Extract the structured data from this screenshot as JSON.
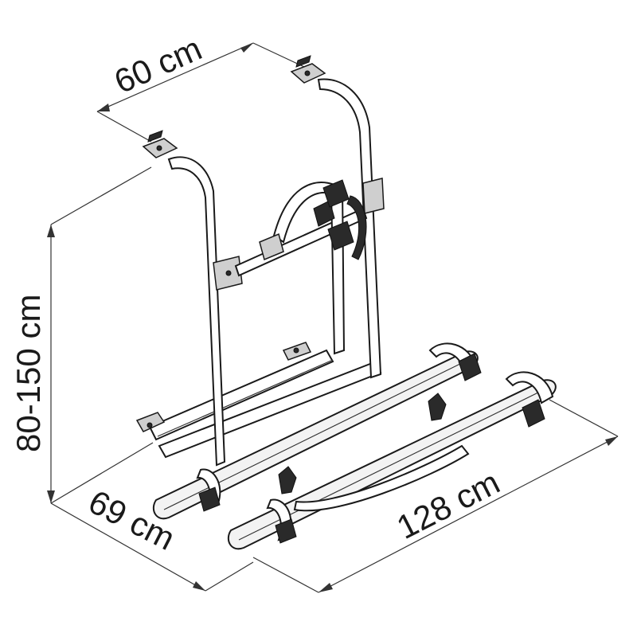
{
  "dimensions": {
    "width": "60 cm",
    "height": "80-150 cm",
    "depth": "69 cm",
    "length": "128 cm"
  },
  "colors": {
    "ink": "#1a1a1a",
    "background": "#ffffff"
  }
}
